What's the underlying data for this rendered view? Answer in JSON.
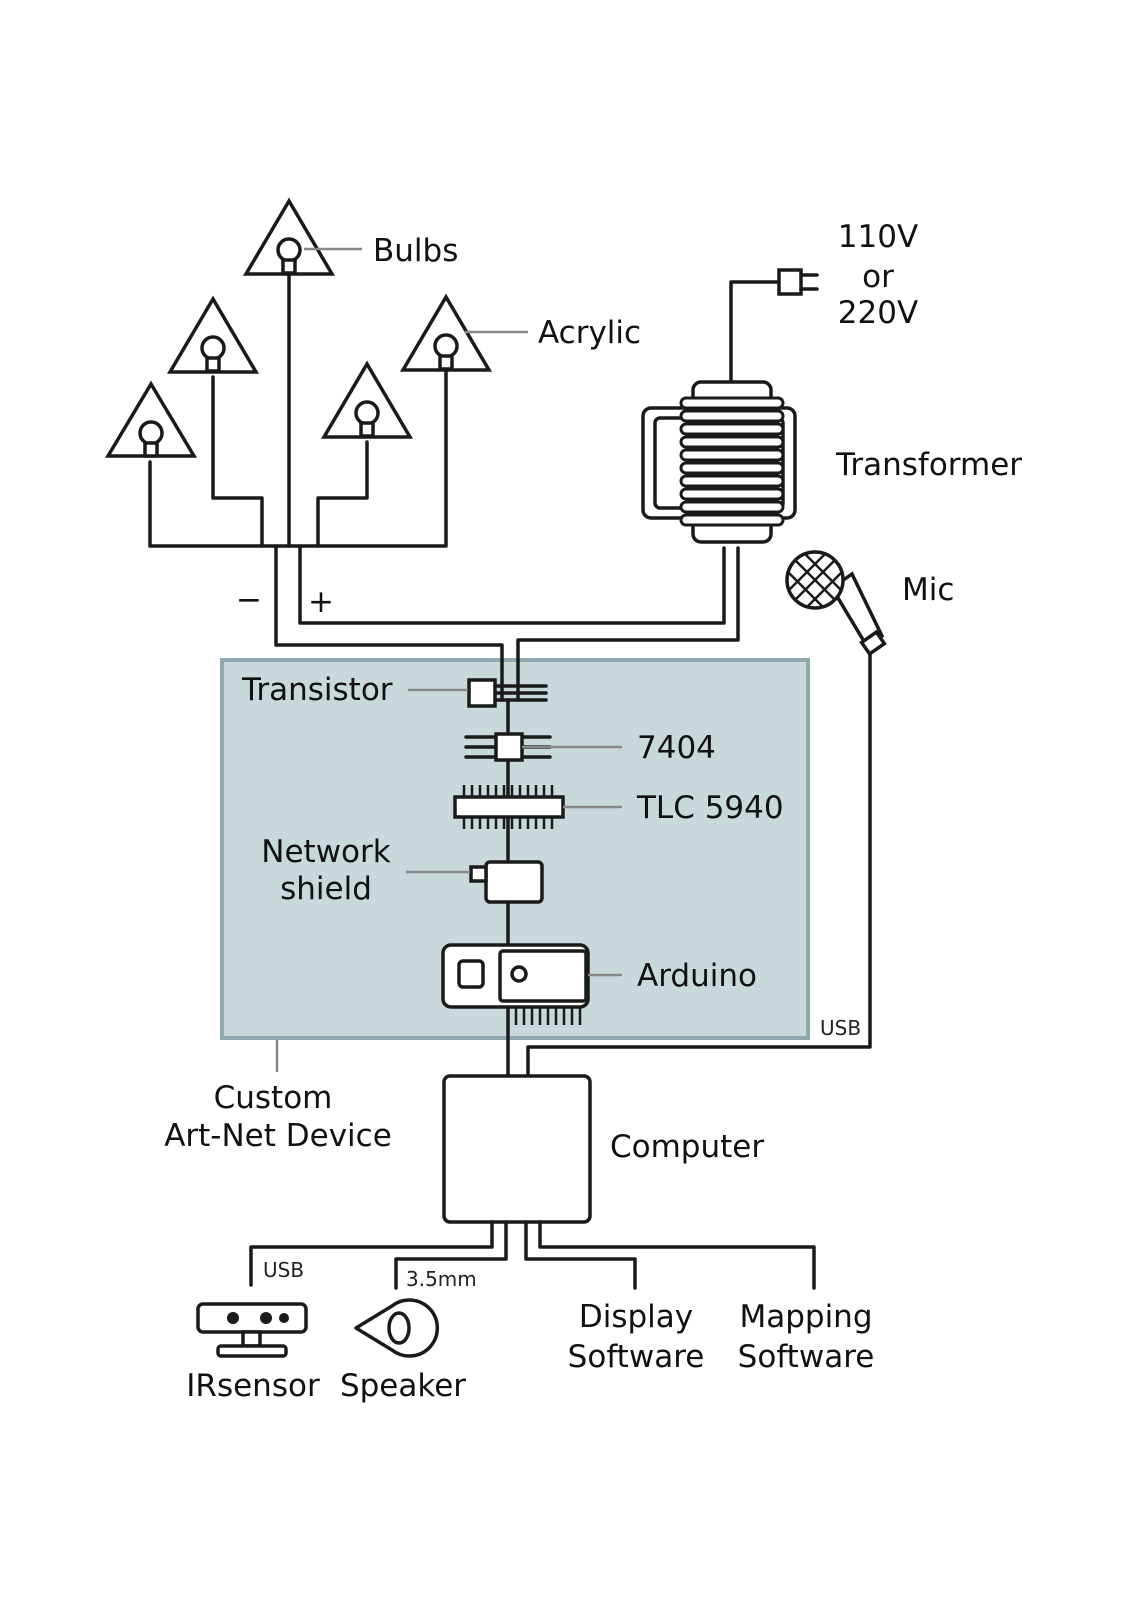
{
  "labels": {
    "bulbs": "Bulbs",
    "acrylic": "Acrylic",
    "voltage_line1": "110V",
    "voltage_line2": "or",
    "voltage_line3": "220V",
    "transformer": "Transformer",
    "mic": "Mic",
    "minus": "−",
    "plus": "+",
    "transistor": "Transistor",
    "ic_7404": "7404",
    "tlc5940": "TLC 5940",
    "network_shield_line1": "Network",
    "network_shield_line2": "shield",
    "arduino": "Arduino",
    "usb_mic": "USB",
    "custom_device_line1": "Custom",
    "custom_device_line2": "Art-Net Device",
    "computer": "Computer",
    "usb_ir": "USB",
    "audio_jack": "3.5mm",
    "ir_sensor": "IRsensor",
    "speaker": "Speaker",
    "display_software_line1": "Display",
    "display_software_line2": "Software",
    "mapping_software_line1": "Mapping",
    "mapping_software_line2": "Software"
  },
  "colors": {
    "device_panel_fill": "#c8d8db",
    "device_panel_border": "#8fa9ae",
    "wire": "#1a1a1a"
  },
  "icons": [
    "bulb-icon",
    "plug-icon",
    "transformer-icon",
    "microphone-icon",
    "transistor-icon",
    "chip-icon",
    "network-shield-icon",
    "arduino-board-icon",
    "computer-icon",
    "ir-sensor-icon",
    "speaker-icon"
  ]
}
